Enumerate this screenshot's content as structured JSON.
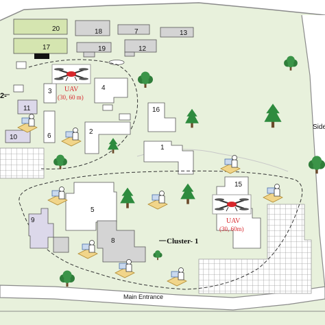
{
  "colors": {
    "ground": "#e8f1dc",
    "boundary": "#8a8a8a",
    "road": "#ffffff",
    "bldg_gray": "#d4d4d4",
    "bldg_white": "#ffffff",
    "bldg_purple": "#dcd8ea",
    "bldg_green": "#d5e5b0",
    "tree": "#2e8b3e",
    "accent_red": "#d7262b",
    "field_hatch": "#9a9a9a",
    "cluster_line": "#333333"
  },
  "buildings": {
    "b20": "20",
    "b17": "17",
    "b18": "18",
    "b7": "7",
    "b13": "13",
    "b19": "19",
    "b12": "12",
    "b4": "4",
    "b3": "3",
    "b11": "11",
    "b16": "16",
    "b6": "6",
    "b2": "2",
    "b10": "10",
    "b1": "1",
    "b15": "15",
    "b5": "5",
    "b9": "9",
    "b8": "8"
  },
  "uav_top": {
    "title": "UAV",
    "coords": "(30, 60 m)"
  },
  "uav_bottom": {
    "title": "UAV",
    "coords": "(30, 60m)"
  },
  "cluster_label": "Cluster- 1",
  "left_partial_label": "2-",
  "right_partial_label": "Side",
  "main_entrance": "Main Entrance",
  "icons": {
    "tree": "tree-icon",
    "user": "user-at-laptop-icon",
    "drone": "quadcopter-drone-icon"
  }
}
